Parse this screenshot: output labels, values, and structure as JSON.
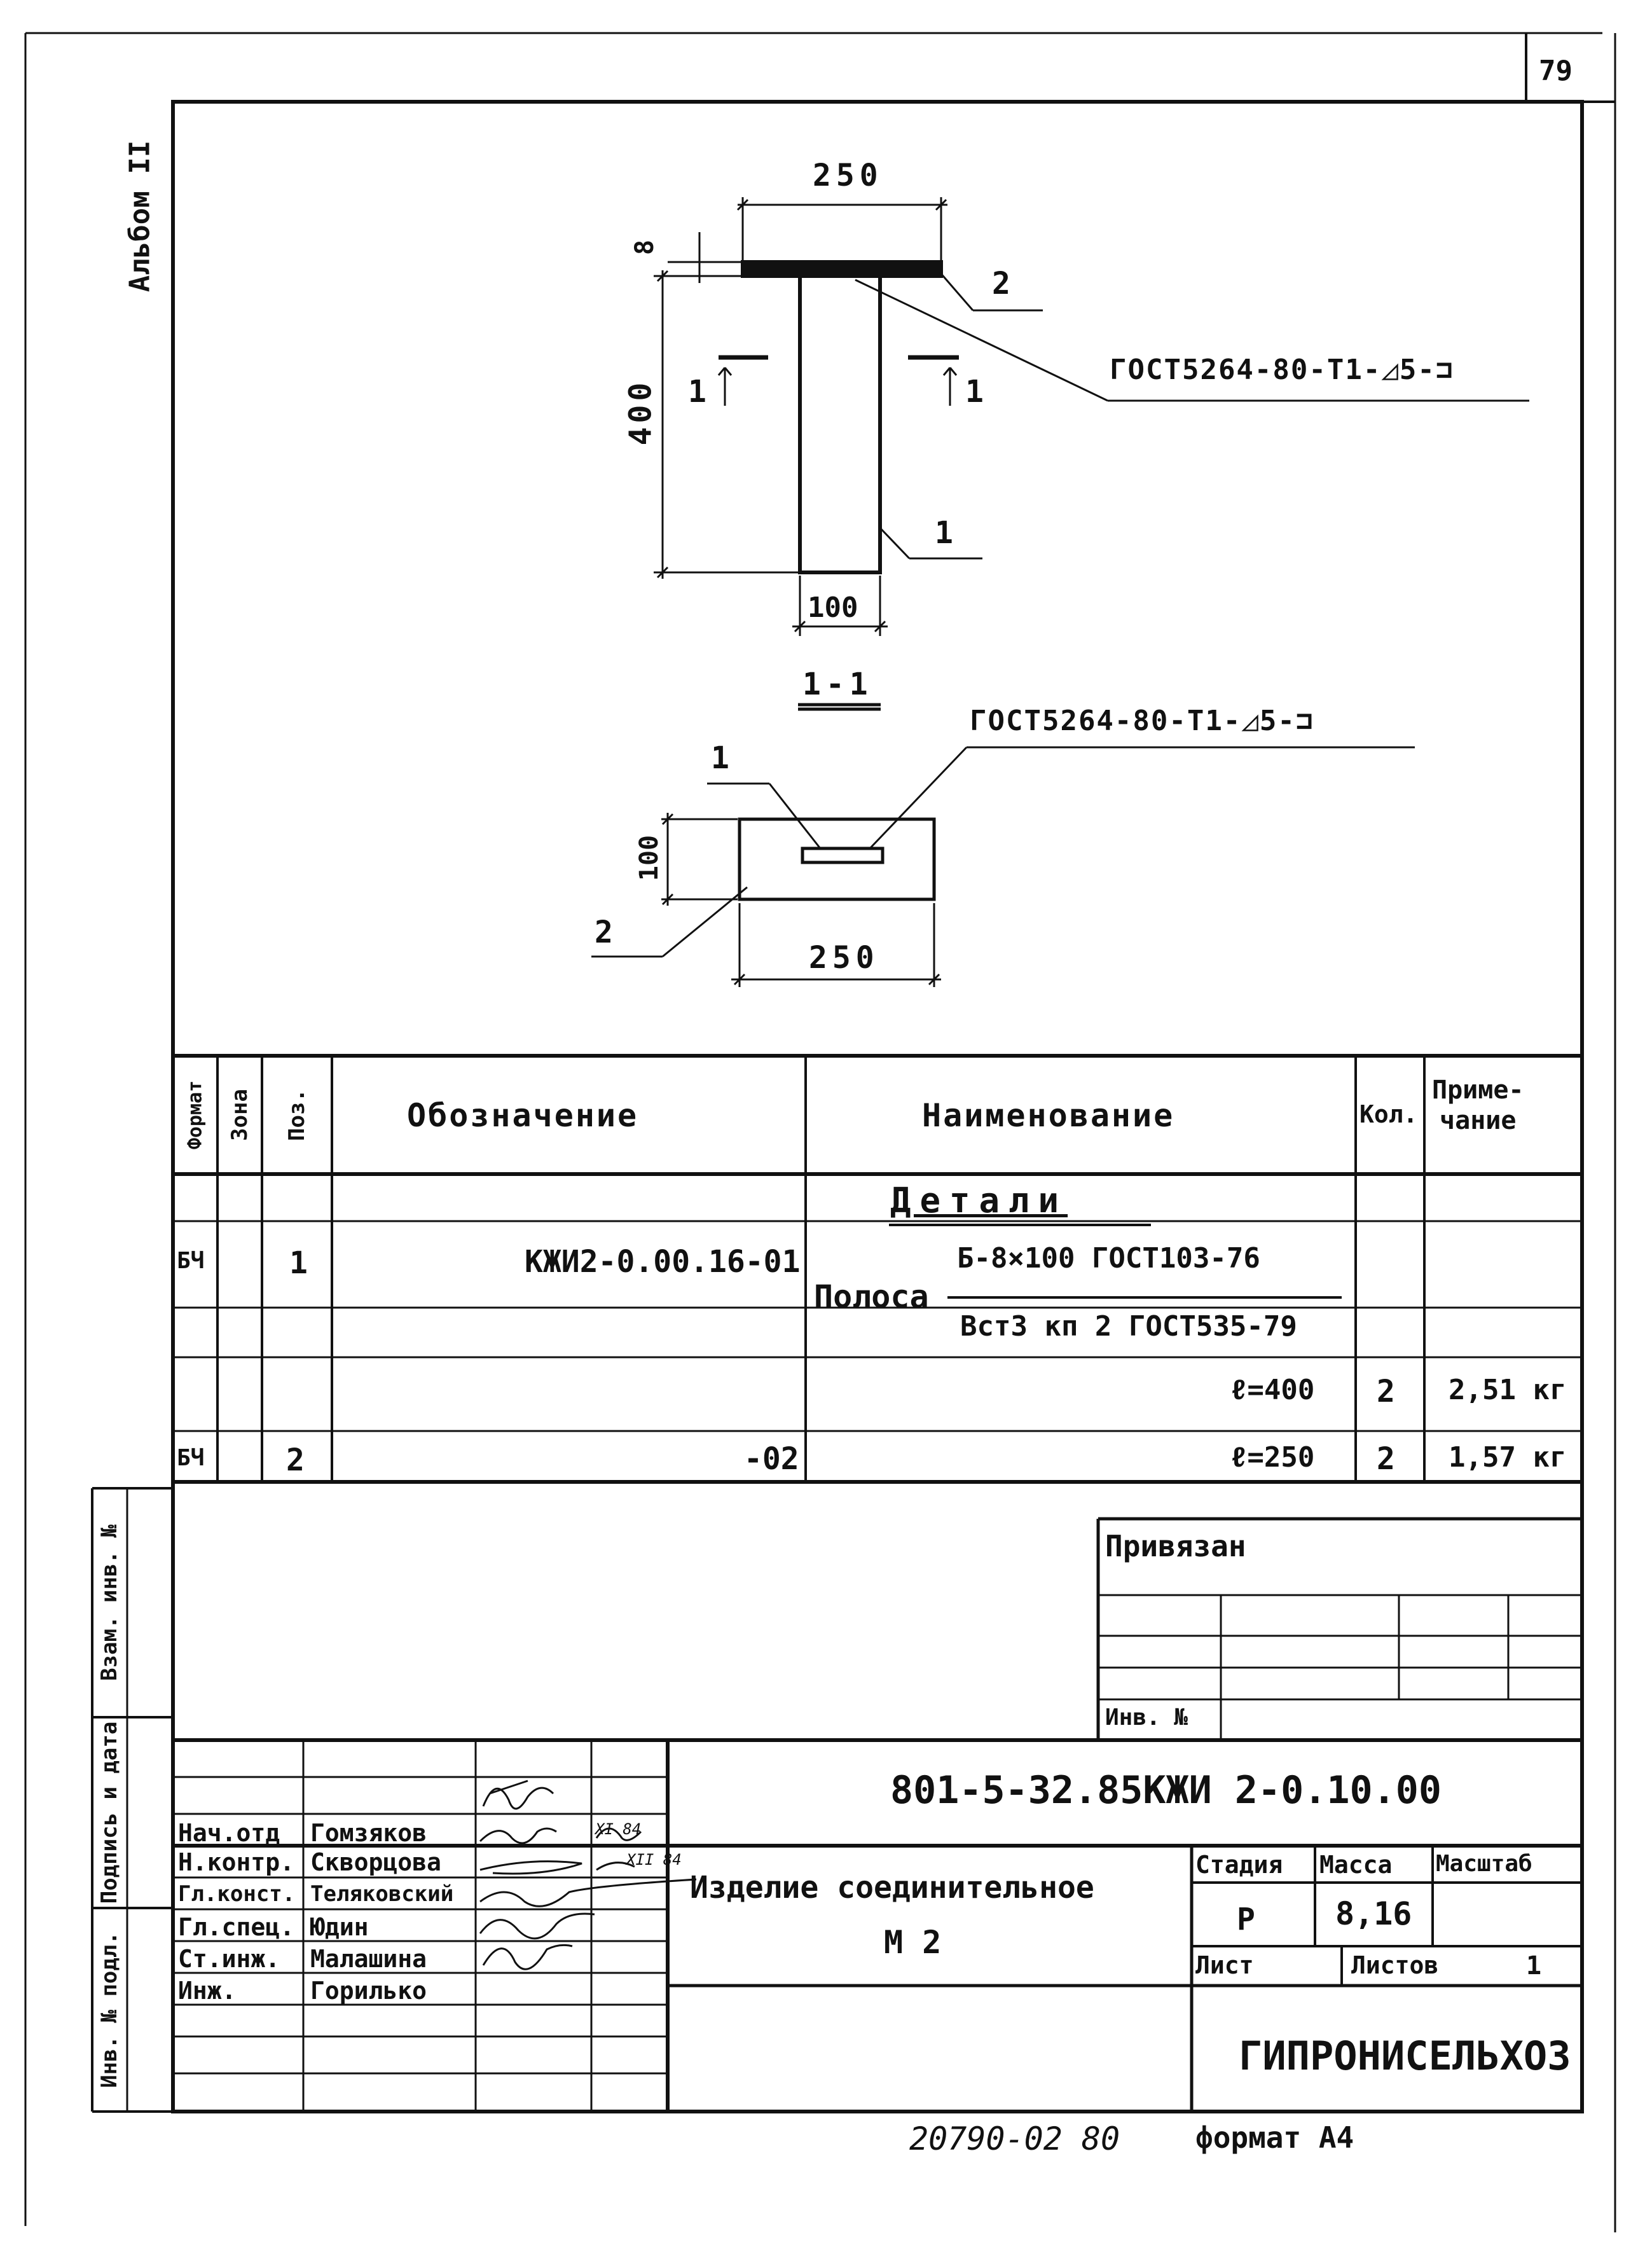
{
  "sheet": {
    "page_number": "79",
    "album_label": "Альбом II",
    "footer_code": "20790-02 80",
    "footer_format": "формат А4"
  },
  "drawing": {
    "dim_top_width": "250",
    "dim_plate_thickness": "8",
    "dim_height": "400",
    "dim_strip_width": "100",
    "pos_plate": "2",
    "pos_strip": "1",
    "section_mark_left": "1",
    "section_mark_right": "1",
    "weld_note": "ГОСТ5264-80-Т1-◿5-⊐",
    "section_title": "1-1",
    "section_weld_note": "ГОСТ5264-80-Т1-◿5-⊐",
    "section_pos_strip": "1",
    "section_pos_plate": "2",
    "section_dim_height": "100",
    "section_dim_width": "250"
  },
  "spec": {
    "headers": {
      "format": "Формат",
      "zone": "Зона",
      "pos": "Поз.",
      "designation": "Обозначение",
      "name": "Наименование",
      "qty": "Кол.",
      "note": "Приме-\nчание"
    },
    "section_title": "Детали",
    "row1": {
      "format": "БЧ",
      "pos": "1",
      "designation": "КЖИ2-0.00.16-01",
      "name_prefix": "Полоса",
      "name_top": "Б-8×100 ГОСТ103-76",
      "name_bottom": "Вст3 кп 2 ГОСТ535-79"
    },
    "row1b": {
      "length": "ℓ=400",
      "qty": "2",
      "note": "2,51 кг"
    },
    "row2": {
      "format": "БЧ",
      "pos": "2",
      "designation": "-02",
      "length": "ℓ=250",
      "qty": "2",
      "note": "1,57 кг"
    }
  },
  "binding": {
    "title": "Привязан",
    "inv_label": "Инв. №"
  },
  "side_labels": {
    "vzam": "Взам. инв. №",
    "podpis": "Подпись и дата",
    "inv_podl": "Инв. № подл."
  },
  "title_block": {
    "code": "801-5-32.85КЖИ 2-0.10.00",
    "item_name": "Изделие соединительное",
    "item_mark": "М 2",
    "stage_label": "Стадия",
    "mass_label": "Масса",
    "scale_label": "Масштаб",
    "stage_value": "Р",
    "mass_value": "8,16",
    "sheet_label": "Лист",
    "sheets_label": "Листов",
    "sheets_value": "1",
    "org": "ГИПРОНИСЕЛЬХОЗ",
    "date_value": "XI 84",
    "date_value2": "XII 84",
    "staff": [
      {
        "role": "Нач.отд",
        "name": "Гомзяков"
      },
      {
        "role": "Н.контр.",
        "name": "Скворцова"
      },
      {
        "role": "Гл.конст.",
        "name": "Теляковский"
      },
      {
        "role": "Гл.спец.",
        "name": "Юдин"
      },
      {
        "role": "Ст.инж.",
        "name": "Малашина"
      },
      {
        "role": "Инж.",
        "name": "Горилько"
      }
    ]
  }
}
